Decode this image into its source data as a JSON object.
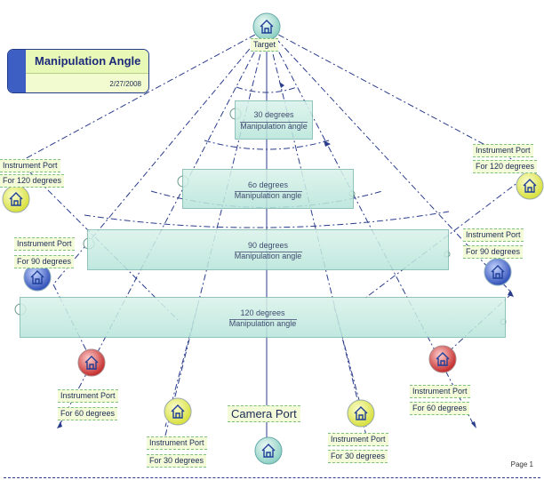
{
  "title": "Manipulation Angle",
  "date": "2/27/2008",
  "target_label": "Target",
  "camera_label": "Camera Port",
  "page_label": "Page 1",
  "angle_boxes": [
    {
      "angle": "30 degrees",
      "caption": "Manipulation angle"
    },
    {
      "angle": "6o degrees",
      "caption": "Manipulation angle"
    },
    {
      "angle": "90 degrees",
      "caption": "Manipulation angle"
    },
    {
      "angle": "120 degrees",
      "caption": "Manipulation angle"
    }
  ],
  "ports": {
    "port_label": "Instrument Port",
    "left_120": "For 120 degrees",
    "right_120": "For 120 degrees",
    "left_90": "For 90 degrees",
    "right_90": "For 90 degrees",
    "left_60": "For 60 degrees",
    "right_60": "For 60 degrees",
    "left_30": "For 30 degrees",
    "right_30": "For 30 degrees"
  },
  "icons": {
    "target": "home-icon",
    "camera": "home-icon",
    "port_120": "home-icon-yellow",
    "port_90": "home-icon-blue",
    "port_60": "home-icon-red",
    "port_30": "home-icon-yellow"
  },
  "colors": {
    "line": "#2a3c8c",
    "box_fill": "#c6ece2",
    "label_fill": "#f4fbd8",
    "title_bar": "#3d5fc4",
    "yellow_icon": "#e6ec4a",
    "blue_icon": "#3d62c9",
    "red_icon": "#d93b3b"
  }
}
